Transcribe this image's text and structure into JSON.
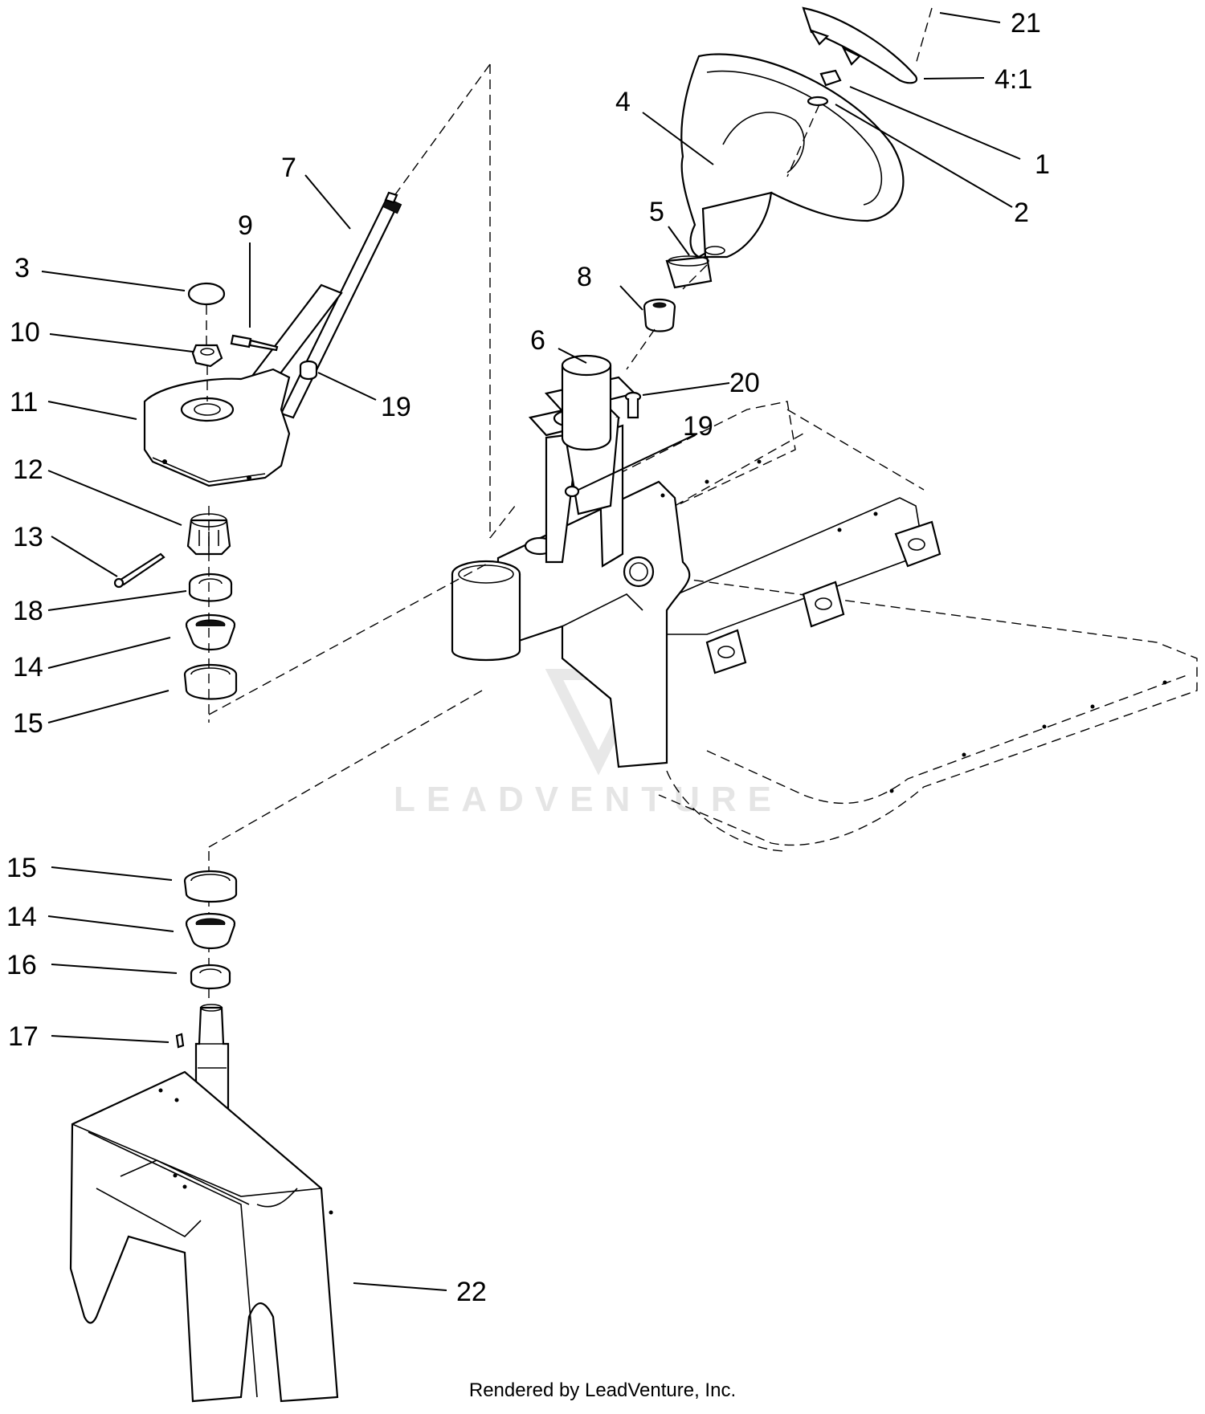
{
  "callouts": {
    "c21": "21",
    "c4_1": "4:1",
    "c4": "4",
    "c1": "1",
    "c2": "2",
    "c5": "5",
    "c7": "7",
    "c9": "9",
    "c3": "3",
    "c8": "8",
    "c10": "10",
    "c6": "6",
    "c20": "20",
    "c19a": "19",
    "c11": "11",
    "c19b": "19",
    "c12": "12",
    "c13": "13",
    "c18": "18",
    "c14a": "14",
    "c15a": "15",
    "c15b": "15",
    "c14b": "14",
    "c16": "16",
    "c17": "17",
    "c22": "22"
  },
  "watermark": "LEADVENTURE",
  "footer": "Rendered by LeadVenture, Inc."
}
